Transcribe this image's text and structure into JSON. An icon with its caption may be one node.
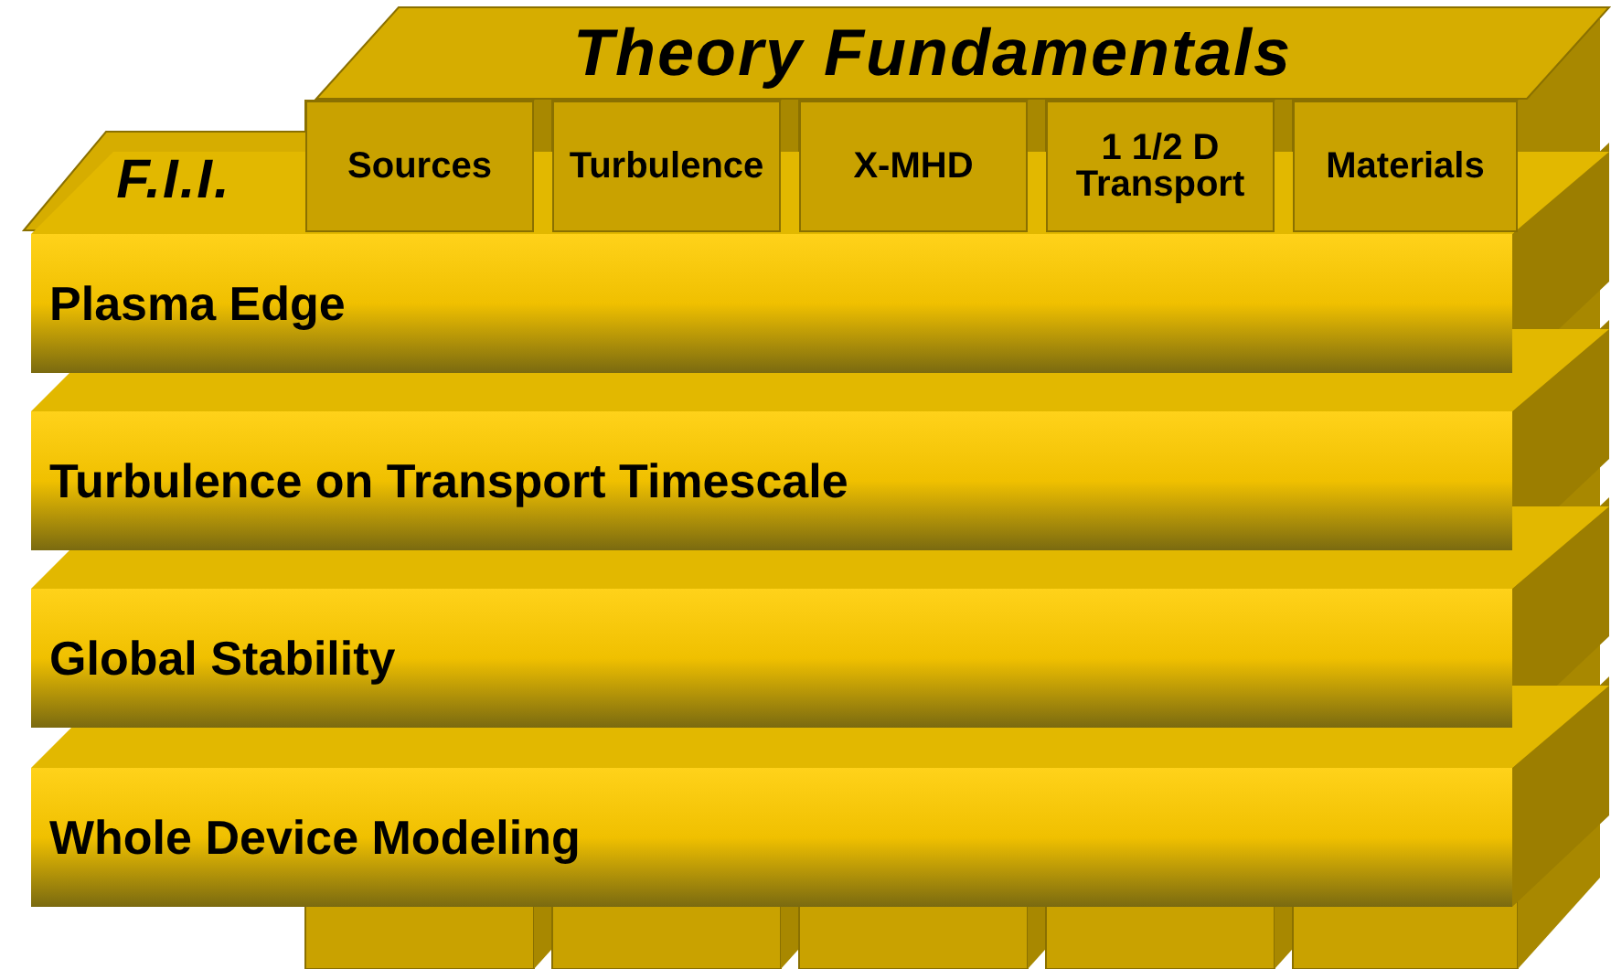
{
  "diagram": {
    "nodes": [
      {
        "text": [
          "Theory Fundamentals"
        ]
      },
      {
        "text": [
          "F.I.I."
        ]
      },
      {
        "text": [
          "Sources"
        ]
      },
      {
        "text": [
          "Turbulence"
        ]
      },
      {
        "text": [
          "X-MHD"
        ]
      },
      {
        "text": [
          "1 1/2 D Transport"
        ]
      },
      {
        "text": [
          "Materials"
        ]
      },
      {
        "text": [
          "Plasma Edge"
        ]
      },
      {
        "text": [
          "Turbulence on Transport Timescale"
        ]
      },
      {
        "text": [
          "Global Stability"
        ]
      },
      {
        "text": [
          "Whole Device Modeling"
        ]
      }
    ]
  }
}
